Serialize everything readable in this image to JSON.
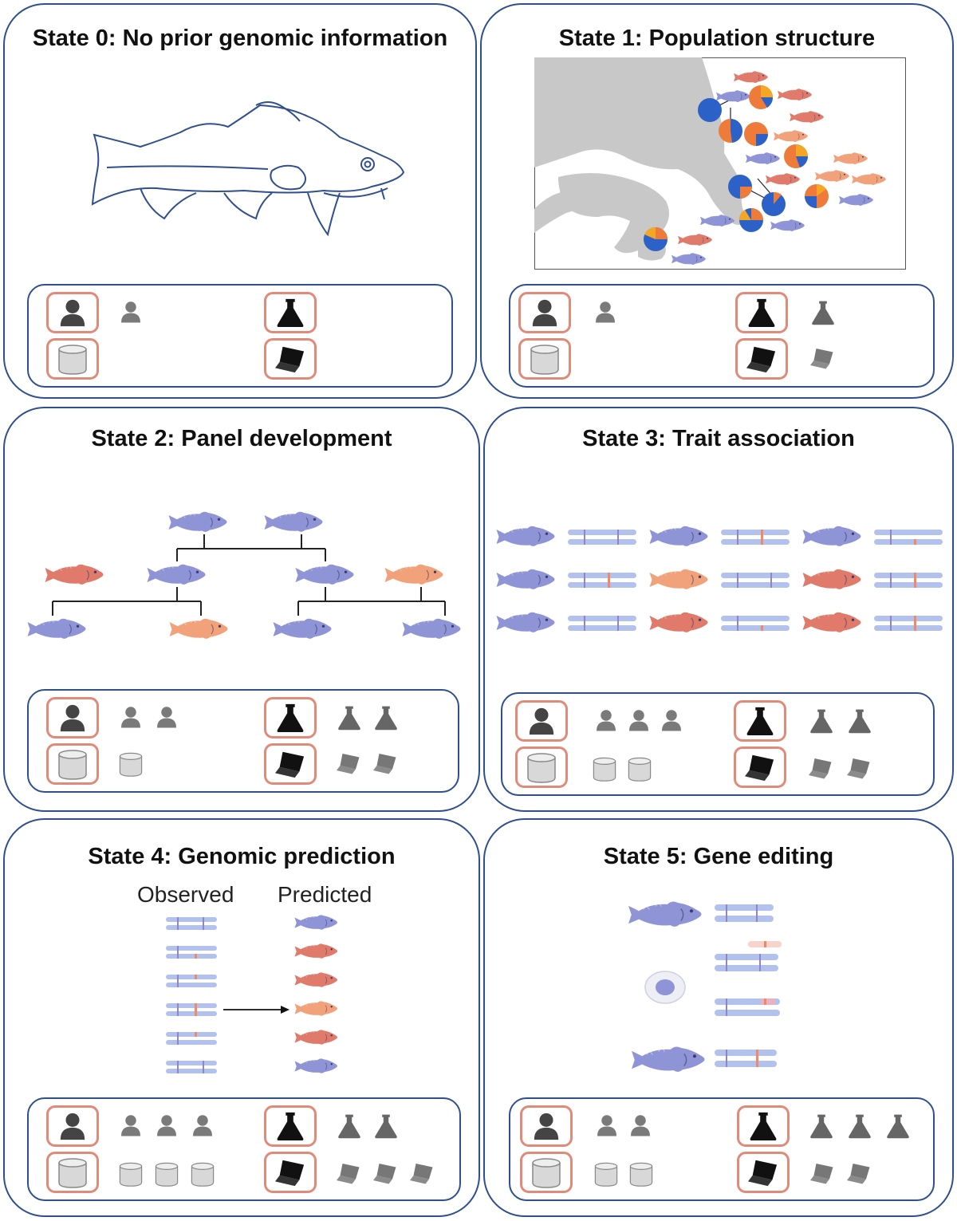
{
  "colors": {
    "border": "#2f4f8f",
    "icon_box": "#e08a7a",
    "fish_blue": "#8f94d6",
    "fish_red": "#e07b6b",
    "fish_orange": "#f2a27a",
    "pie_blue": "#2c62c8",
    "pie_orange": "#ef7b3a",
    "pie_yellow": "#f5a623",
    "land": "#c8c8c8",
    "chrom": "#b3c2ec",
    "chrom_band": "#8f86c9",
    "chrom_mark": "#ee8a6b"
  },
  "icons": [
    "person-icon",
    "flask-icon",
    "database-icon",
    "laptop-icon"
  ],
  "panels": [
    {
      "title": "State 0: No prior genomic information",
      "extra": {
        "person": 1,
        "flask": 0,
        "database": 0,
        "laptop": 0
      }
    },
    {
      "title": "State 1: Population structure",
      "extra": {
        "person": 1,
        "flask": 1,
        "database": 0,
        "laptop": 1
      }
    },
    {
      "title": "State 2: Panel development",
      "extra": {
        "person": 2,
        "flask": 2,
        "database": 1,
        "laptop": 2
      }
    },
    {
      "title": "State 3: Trait association",
      "extra": {
        "person": 3,
        "flask": 2,
        "database": 2,
        "laptop": 2
      }
    },
    {
      "title": "State 4: Genomic prediction",
      "extra": {
        "person": 3,
        "flask": 2,
        "database": 3,
        "laptop": 3
      }
    },
    {
      "title": "State 5: Gene editing",
      "extra": {
        "person": 2,
        "flask": 3,
        "database": 2,
        "laptop": 2
      }
    }
  ],
  "state4": {
    "observed_label": "Observed",
    "predicted_label": "Predicted"
  }
}
